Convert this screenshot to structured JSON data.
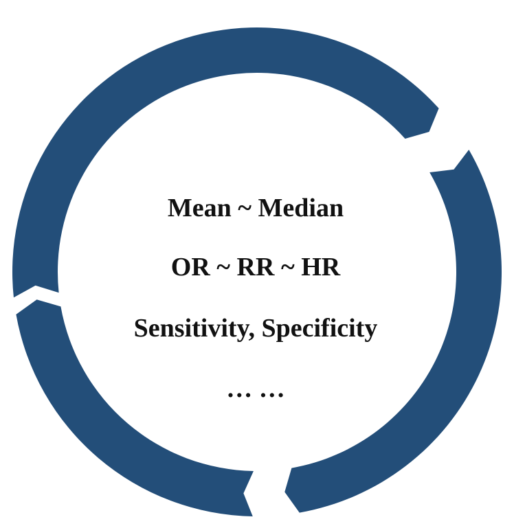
{
  "diagram": {
    "ring_color": "#234e79",
    "text_color": "#111111",
    "segments": [
      {
        "name": "ring-segment-top-left"
      },
      {
        "name": "ring-segment-right"
      },
      {
        "name": "ring-segment-bottom-left"
      }
    ],
    "lines": [
      "Mean ~ Median",
      "OR ~ RR ~ HR",
      "Sensitivity, Specificity",
      "… …"
    ]
  }
}
